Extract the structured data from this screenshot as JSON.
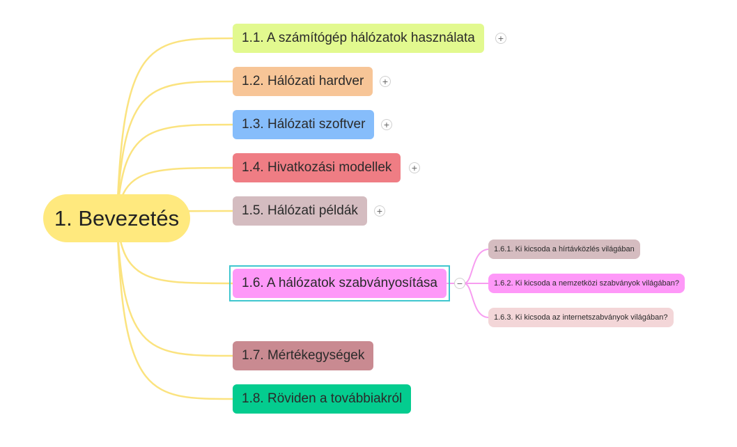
{
  "root": {
    "label": "1. Bevezetés",
    "color": "#ffe97e"
  },
  "connector_colors": {
    "main": "#fbe37f",
    "sub": "#f79cf0"
  },
  "topics": [
    {
      "id": "t1",
      "label": "1.1. A számítógép hálózatok használata",
      "color": "#e2f98f",
      "collapsed": true
    },
    {
      "id": "t2",
      "label": "1.2. Hálózati hardver",
      "color": "#f7c597",
      "collapsed": true
    },
    {
      "id": "t3",
      "label": "1.3. Hálózati szoftver",
      "color": "#86bdfb",
      "collapsed": true
    },
    {
      "id": "t4",
      "label": "1.4. Hivatkozási modellek",
      "color": "#ef7d84",
      "collapsed": true
    },
    {
      "id": "t5",
      "label": "1.5. Hálózati példák",
      "color": "#d4bcc0",
      "collapsed": true
    },
    {
      "id": "t6",
      "label": "1.6. A hálózatok szabványosítása",
      "color": "#fe98f8",
      "collapsed": false,
      "selected": true
    },
    {
      "id": "t7",
      "label": "1.7. Mértékegységek",
      "color": "#c98a91",
      "collapsed": null
    },
    {
      "id": "t8",
      "label": "1.8. Röviden a továbbiakról",
      "color": "#04cc8f",
      "collapsed": null
    }
  ],
  "subtopics": [
    {
      "id": "s1",
      "label": "1.6.1. Ki kicsoda a hírtávközlés világában",
      "color": "#d5bcc0"
    },
    {
      "id": "s2",
      "label": "1.6.2. Ki kicsoda a nemzetközi szabványok világában?",
      "color": "#fe98f8"
    },
    {
      "id": "s3",
      "label": "1.6.3. Ki kicsoda az internetszabványok világában?",
      "color": "#f3d6d8"
    }
  ],
  "toggle_symbols": {
    "expand": "+",
    "collapse": "−"
  }
}
